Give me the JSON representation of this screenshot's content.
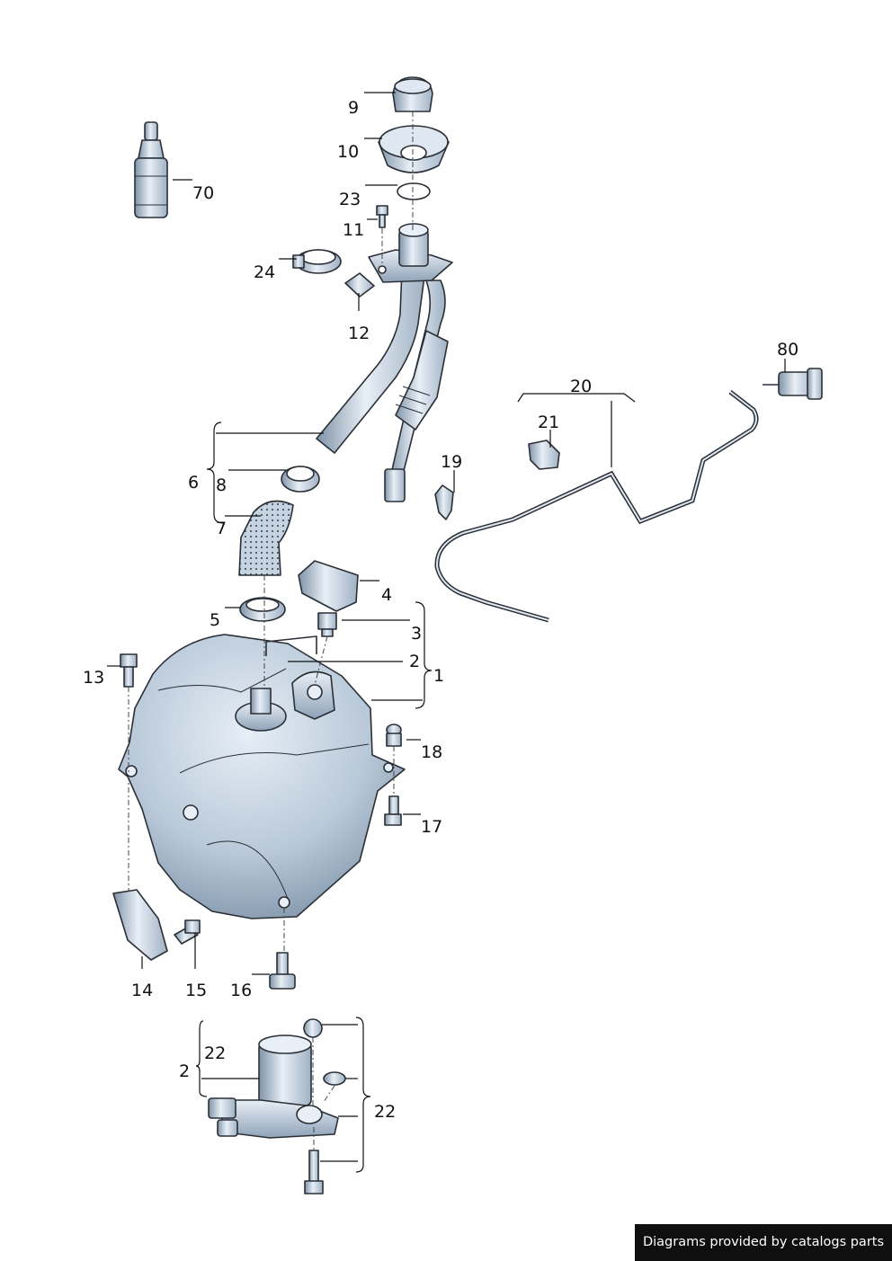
{
  "callouts": {
    "c9": "9",
    "c10": "10",
    "c23": "23",
    "c11": "11",
    "c24": "24",
    "c12": "12",
    "c70": "70",
    "c80": "80",
    "c20": "20",
    "c21": "21",
    "c19": "19",
    "c6": "6",
    "c8": "8",
    "c7": "7",
    "c4": "4",
    "c5": "5",
    "c3": "3",
    "c2": "2",
    "c1": "1",
    "c13": "13",
    "c18": "18",
    "c17": "17",
    "c14": "14",
    "c15": "15",
    "c16": "16",
    "c22a": "22",
    "c2b": "2",
    "c22b": "22"
  },
  "banner": "Diagrams provided by catalogs parts",
  "colors": {
    "part_fill": "#c6d4e2",
    "part_dark": "#7f93a8",
    "part_light": "#e8eff6",
    "outline": "#2a2f36"
  }
}
